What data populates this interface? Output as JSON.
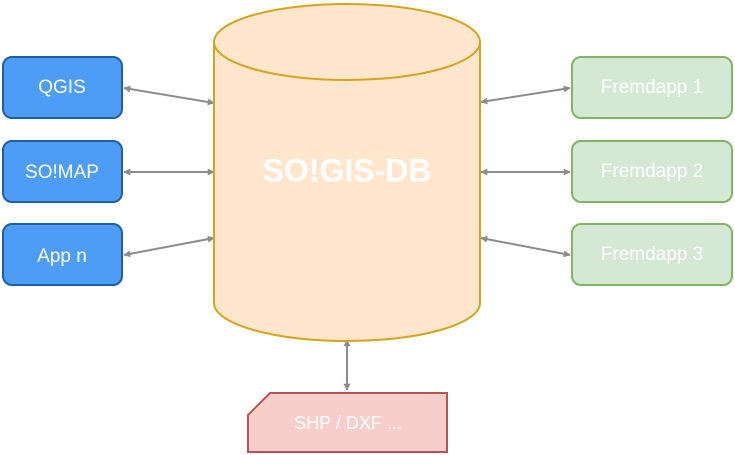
{
  "database": {
    "label": "SO!GIS-DB"
  },
  "apps_left": [
    {
      "label": "QGIS"
    },
    {
      "label": "SO!MAP"
    },
    {
      "label": "App n"
    }
  ],
  "apps_right": [
    {
      "label": "Fremdapp 1"
    },
    {
      "label": "Fremdapp 2"
    },
    {
      "label": "Fremdapp 3"
    }
  ],
  "file_formats": {
    "label": "SHP / DXF ..."
  },
  "colors": {
    "app_fill": "#4d9cf5",
    "app_stroke": "#1f5fa8",
    "external_fill": "#d5e8d4",
    "external_stroke": "#82b366",
    "db_fill": "#ffe6cc",
    "db_stroke": "#d6a41c",
    "file_fill": "#f8cecc",
    "file_stroke": "#b85450",
    "arrow": "#8c8c8c"
  }
}
